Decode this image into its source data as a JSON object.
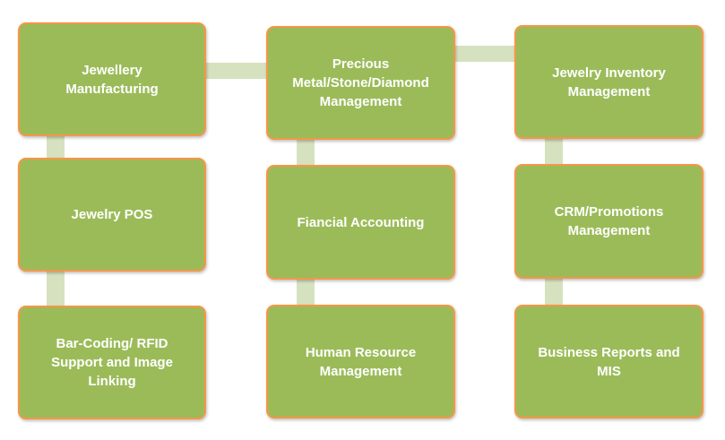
{
  "colors": {
    "box_fill": "#9bbb59",
    "box_border": "#f79646",
    "connector": "#d6e2bf",
    "text": "#ffffff"
  },
  "boxes": {
    "jewellery_manufacturing": "Jewellery Manufacturing",
    "precious_metal_management": "Precious Metal/Stone/Diamond Management",
    "jewelry_inventory_management": "Jewelry Inventory Management",
    "jewelry_pos": "Jewelry POS",
    "financial_accounting": "Fiancial Accounting",
    "crm_promotions_management": "CRM/Promotions Management",
    "barcoding_rfid": "Bar-Coding/ RFID Support and Image Linking",
    "human_resource_management": "Human Resource Management",
    "business_reports_mis": "Business Reports and MIS"
  }
}
